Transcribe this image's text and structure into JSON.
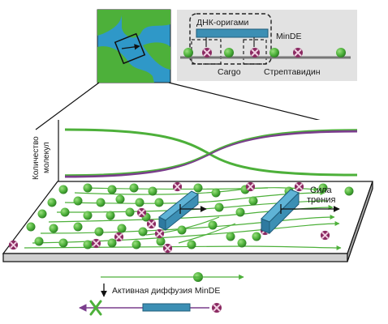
{
  "legend": {
    "origami_label": "ДНК-оригами",
    "minde_label": "MinDE",
    "cargo_label": "Cargo",
    "streptavidin_label": "Стрептавидин"
  },
  "plot": {
    "ylabel_line1": "Количество",
    "ylabel_line2": "молекул"
  },
  "surface": {
    "friction_line1": "Сила",
    "friction_line2": "трения"
  },
  "bottom": {
    "active_diffusion_label": "Активная диффузия MinDE"
  },
  "colors": {
    "green_ball": "#4db03a",
    "green_dark": "#2a7a22",
    "water_blue": "#2f98c8",
    "origami_blue": "#3c8fb4",
    "streptavidin": "#8b2a62",
    "purple_curve": "#7a3d8c",
    "legend_bg": "#e2e2e2"
  }
}
